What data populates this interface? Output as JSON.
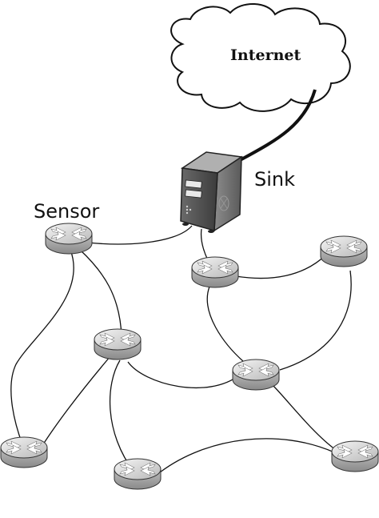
{
  "labels": {
    "internet": "Internet",
    "sink": "Sink",
    "sensor": "Sensor"
  },
  "colors": {
    "router_light": "#f2f2f2",
    "router_dark": "#9a9a9a",
    "line": "#111111",
    "server_body": "#555555"
  },
  "nodes": [
    {
      "id": "sensor-router",
      "role": "sensor"
    },
    {
      "id": "router-2"
    },
    {
      "id": "router-3"
    },
    {
      "id": "router-4"
    },
    {
      "id": "router-5"
    },
    {
      "id": "router-6"
    },
    {
      "id": "router-7"
    },
    {
      "id": "router-8"
    }
  ]
}
